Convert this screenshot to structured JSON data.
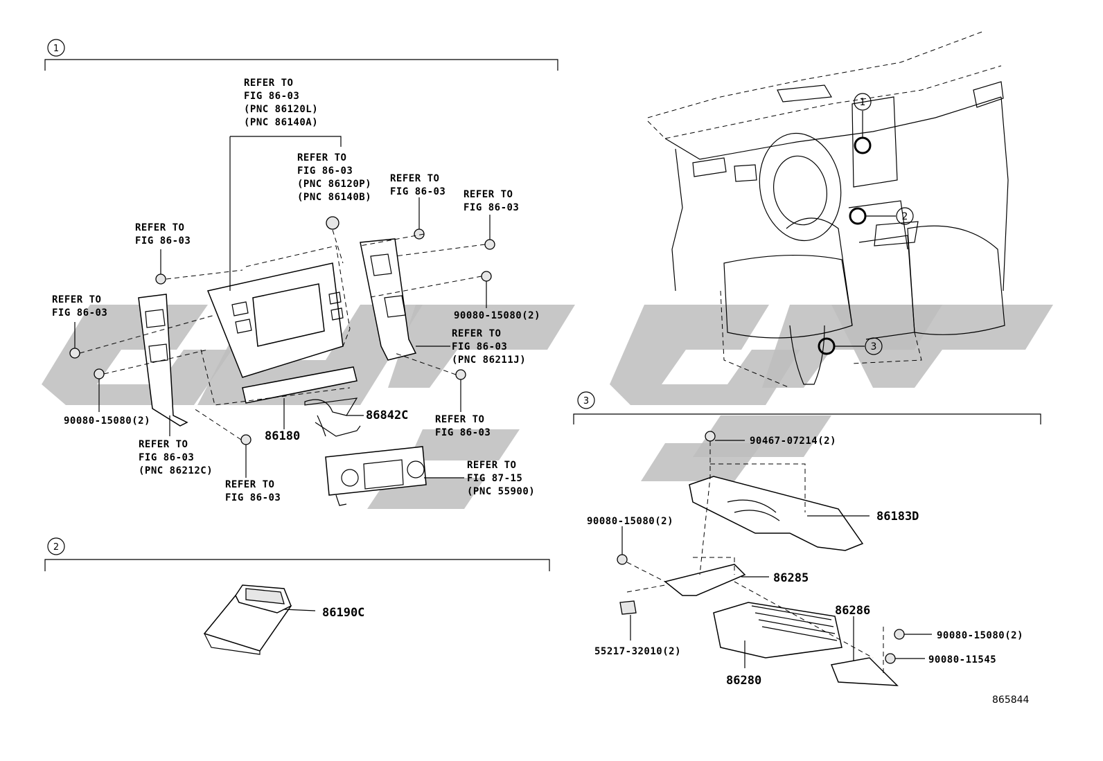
{
  "sections": {
    "s1": "1",
    "s2": "2",
    "s3": "3"
  },
  "vehicle_markers": {
    "m1": "1",
    "m2": "2",
    "m3": "3"
  },
  "labels": {
    "refer_center": [
      "REFER TO",
      "FIG 86-03",
      "(PNC 86120L)",
      "(PNC 86140A)"
    ],
    "refer_cap": [
      "REFER TO",
      "FIG 86-03",
      "(PNC 86120P)",
      "(PNC 86140B)"
    ],
    "refer_bolt_top": [
      "REFER TO",
      "FIG 86-03"
    ],
    "refer_bolt_right": [
      "REFER TO",
      "FIG 86-03"
    ],
    "refer_left_upper": [
      "REFER TO",
      "FIG 86-03"
    ],
    "refer_left_bolt": [
      "REFER TO",
      "FIG 86-03"
    ],
    "refer_right_bracket": [
      "REFER TO",
      "FIG 86-03",
      "(PNC 86211J)"
    ],
    "refer_right_lower": [
      "REFER TO",
      "FIG 86-03"
    ],
    "refer_left_bracket": [
      "REFER TO",
      "FIG 86-03",
      "(PNC 86212C)"
    ],
    "refer_bottom_bolt": [
      "REFER TO",
      "FIG 86-03"
    ],
    "refer_climate": [
      "REFER TO",
      "FIG 87-15",
      "(PNC 55900)"
    ]
  },
  "parts": {
    "p_90080_15080_right": "90080-15080(2)",
    "p_90080_15080_left": "90080-15080(2)",
    "p_86180": "86180",
    "p_86842C": "86842C",
    "p_86190C": "86190C",
    "p_90467_07214": "90467-07214(2)",
    "p_86183D": "86183D",
    "p_90080_15080_s3": "90080-15080(2)",
    "p_86285": "86285",
    "p_86286": "86286",
    "p_55217_32010": "55217-32010(2)",
    "p_90080_15080_s3r": "90080-15080(2)",
    "p_90080_11545": "90080-11545",
    "p_86280": "86280"
  },
  "diagram_id": "865844"
}
